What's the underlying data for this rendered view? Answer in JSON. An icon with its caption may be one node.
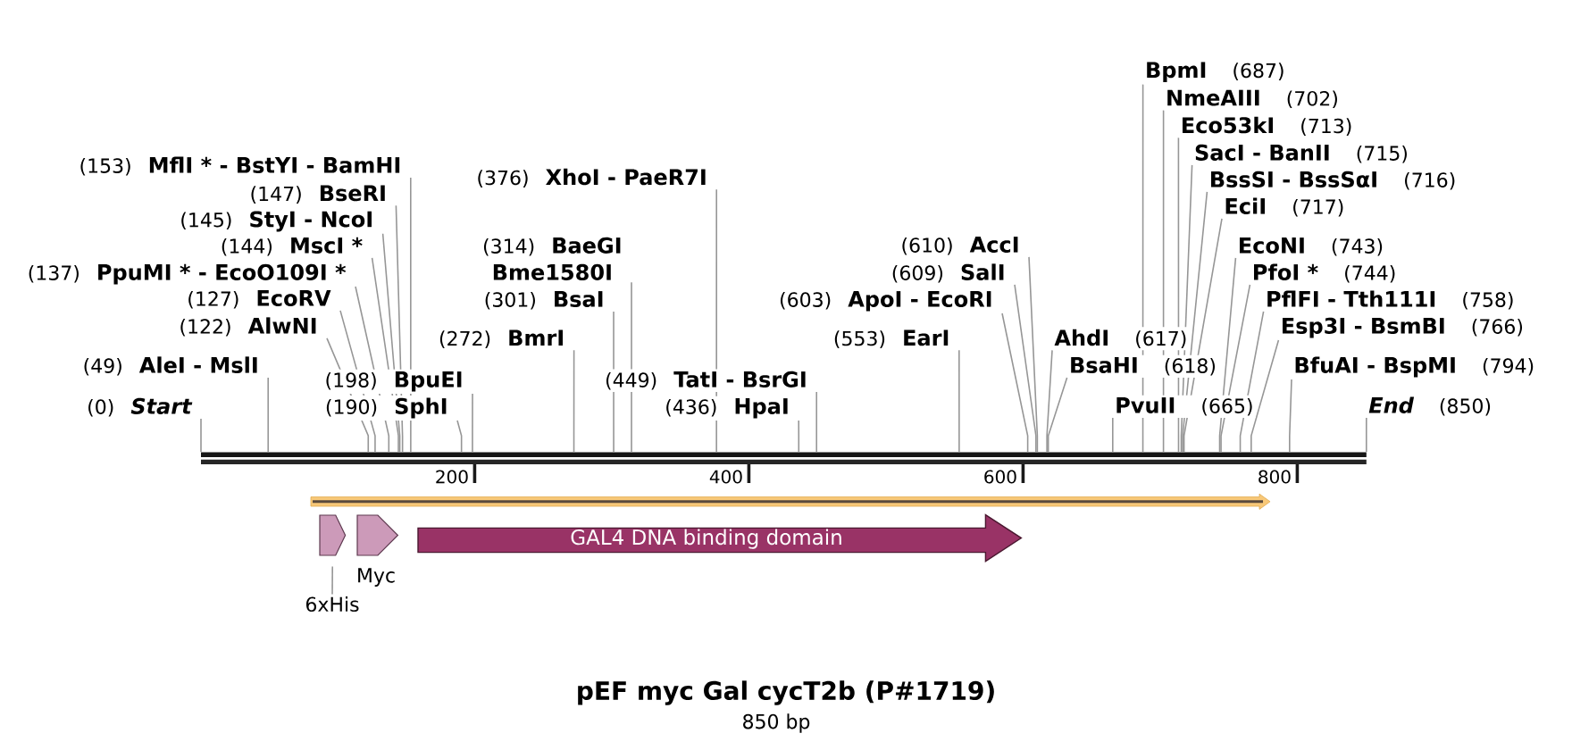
{
  "diagram": {
    "title": "pEF myc Gal cycT2b (P#1719)",
    "nodes": [
      {
        "text": [
          "BpmI",
          "(687)"
        ]
      },
      {
        "text": [
          "NmeAIII",
          "(702)"
        ]
      },
      {
        "text": [
          "Eco53kI",
          "(713)"
        ]
      },
      {
        "text": [
          "SacI - BanII",
          "(715)"
        ]
      },
      {
        "text": [
          "(153)",
          "MflI * - BstYI - BamHI"
        ]
      },
      {
        "text": [
          "(376)",
          "XhoI - PaeR7I"
        ]
      },
      {
        "text": [
          "BssSI - BssSαI",
          "(716)"
        ]
      },
      {
        "text": [
          "(147)",
          "BseRI"
        ]
      },
      {
        "text": [
          "EciI",
          "(717)"
        ]
      },
      {
        "text": [
          "(145)",
          "StyI - NcoI"
        ]
      },
      {
        "text": [
          "(144)",
          "MscI *"
        ]
      },
      {
        "text": [
          "(314)",
          "BaeGI",
          "Bme1580I"
        ]
      },
      {
        "text": [
          "(610)",
          "AccI"
        ]
      },
      {
        "text": [
          "EcoNI",
          "(743)"
        ]
      },
      {
        "text": [
          "(137)",
          "PpuMI * - EcoO109I *"
        ]
      },
      {
        "text": [
          "(609)",
          "SalI"
        ]
      },
      {
        "text": [
          "PfoI *",
          "(744)"
        ]
      },
      {
        "text": [
          "(127)",
          "EcoRV"
        ]
      },
      {
        "text": [
          "(301)",
          "BsaI"
        ]
      },
      {
        "text": [
          "(603)",
          "ApoI - EcoRI"
        ]
      },
      {
        "text": [
          "PflFI - Tth111I",
          "(758)"
        ]
      },
      {
        "text": [
          "(122)",
          "AlwNI"
        ]
      },
      {
        "text": [
          "Esp3I - BsmBI",
          "(766)"
        ]
      },
      {
        "text": [
          "(272)",
          "BmrI"
        ]
      },
      {
        "text": [
          "(553)",
          "EarI"
        ]
      },
      {
        "text": [
          "AhdI",
          "(617)"
        ]
      },
      {
        "text": [
          "(49)",
          "AleI - MslI"
        ]
      },
      {
        "text": [
          "BsaHI",
          "(618)"
        ]
      },
      {
        "text": [
          "BfuAI - BspMI",
          "(794)"
        ]
      },
      {
        "text": [
          "(198)",
          "BpuEI"
        ]
      },
      {
        "text": [
          "(449)",
          "TatI - BsrGI"
        ]
      },
      {
        "text": [
          "(0)",
          "Start"
        ]
      },
      {
        "text": [
          "(190)",
          "SphI"
        ]
      },
      {
        "text": [
          "(436)",
          "HpaI"
        ]
      },
      {
        "text": [
          "PvuII",
          "(665)"
        ]
      },
      {
        "text": [
          "End",
          "(850)"
        ]
      },
      {
        "text": [],
        "shape": "line"
      },
      {
        "text": [],
        "shape": "bar"
      },
      {
        "text": [],
        "shape": "pentagon"
      },
      {
        "text": [
          "Myc"
        ]
      },
      {
        "text": [
          "GAL4 DNA binding domain"
        ]
      },
      {
        "text": [
          "6xHis"
        ]
      }
    ],
    "edges": [
      {
        "from": 0,
        "to": 36,
        "arrow": "none"
      },
      {
        "from": 1,
        "to": 36,
        "arrow": "none"
      },
      {
        "from": 2,
        "to": 36,
        "arrow": "none"
      },
      {
        "from": 3,
        "to": 36,
        "arrow": "none"
      },
      {
        "from": 4,
        "to": 36,
        "arrow": "none"
      },
      {
        "from": 5,
        "to": 36,
        "arrow": "none"
      },
      {
        "from": 6,
        "to": 36,
        "arrow": "none"
      },
      {
        "from": 7,
        "to": 36,
        "arrow": "none"
      },
      {
        "from": 8,
        "to": 36,
        "arrow": "none"
      },
      {
        "from": 9,
        "to": 36,
        "arrow": "none"
      },
      {
        "from": 10,
        "to": 36,
        "arrow": "none"
      },
      {
        "from": 11,
        "to": 36,
        "arrow": "none"
      },
      {
        "from": 12,
        "to": 36,
        "arrow": "none"
      },
      {
        "from": 13,
        "to": 36,
        "arrow": "none"
      },
      {
        "from": 14,
        "to": 36,
        "arrow": "none"
      },
      {
        "from": 15,
        "to": 36,
        "arrow": "none"
      },
      {
        "from": 16,
        "to": 36,
        "arrow": "none"
      },
      {
        "from": 17,
        "to": 36,
        "arrow": "none"
      },
      {
        "from": 18,
        "to": 36,
        "arrow": "none"
      },
      {
        "from": 19,
        "to": 36,
        "arrow": "none"
      },
      {
        "from": 20,
        "to": 36,
        "arrow": "none"
      },
      {
        "from": 21,
        "to": 36,
        "arrow": "none"
      },
      {
        "from": 22,
        "to": 36,
        "arrow": "none"
      },
      {
        "from": 23,
        "to": 36,
        "arrow": "none"
      },
      {
        "from": 24,
        "to": 36,
        "arrow": "none"
      },
      {
        "from": 25,
        "to": 36,
        "arrow": "none"
      },
      {
        "from": 26,
        "to": 36,
        "arrow": "none"
      },
      {
        "from": 27,
        "to": 36,
        "arrow": "none"
      },
      {
        "from": 28,
        "to": 36,
        "arrow": "none"
      },
      {
        "from": 29,
        "to": 36,
        "arrow": "none"
      },
      {
        "from": 30,
        "to": 36,
        "arrow": "none"
      },
      {
        "from": 31,
        "to": 36,
        "arrow": "none"
      },
      {
        "from": 32,
        "to": 36,
        "arrow": "none"
      },
      {
        "from": 33,
        "to": 36,
        "arrow": "none"
      },
      {
        "from": 34,
        "to": 36,
        "arrow": "none"
      },
      {
        "from": 35,
        "to": 36,
        "arrow": "none"
      },
      {
        "from": 41,
        "to": 38,
        "arrow": "none"
      }
    ],
    "labels": [
      "200",
      "400",
      "600",
      "800",
      "850 bp"
    ]
  }
}
